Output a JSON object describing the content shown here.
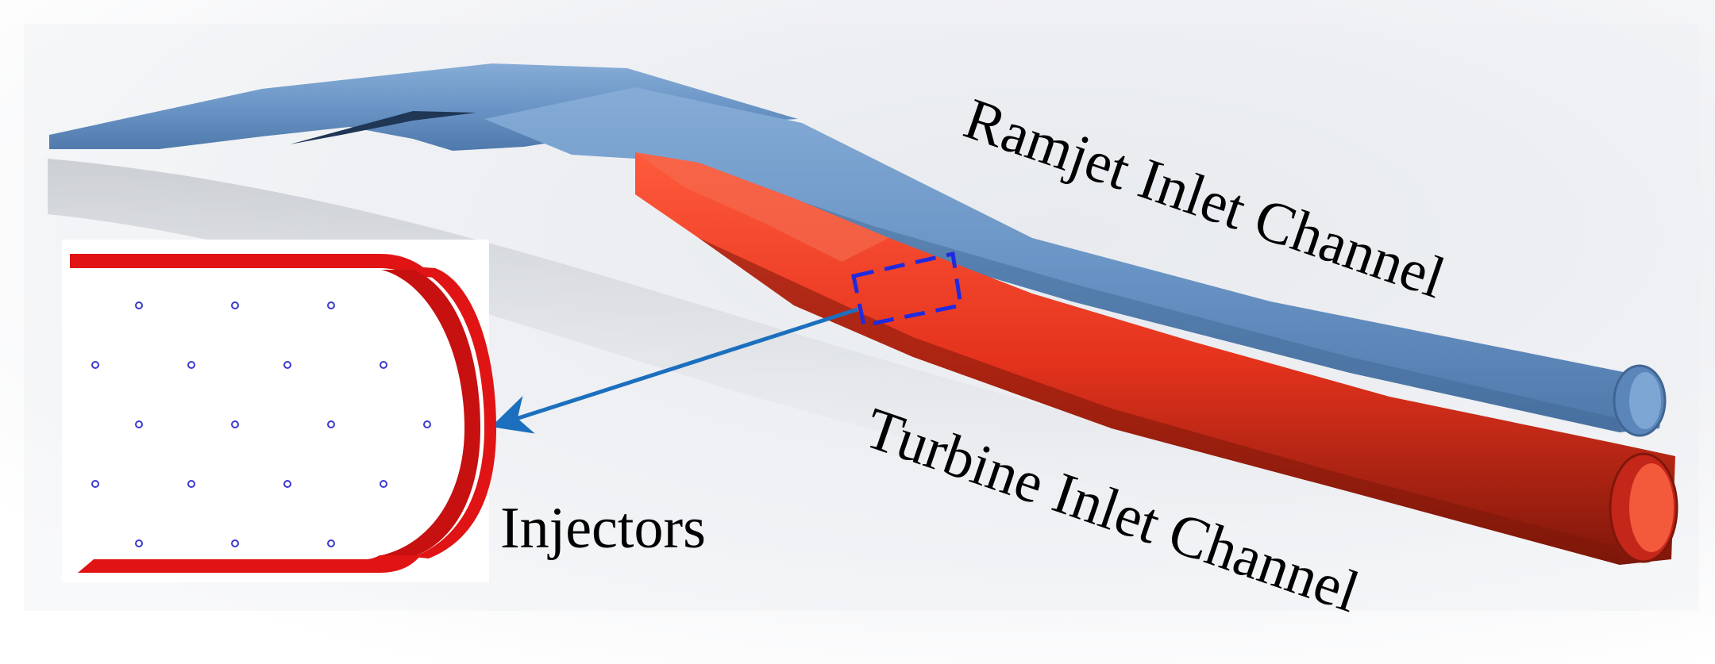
{
  "labels": {
    "ramjet": "Ramjet Inlet Channel",
    "turbine": "Turbine Inlet Channel",
    "injectors": "Injectors"
  },
  "colors": {
    "ramjet_body": "#6d98c9",
    "ramjet_dark": "#3f6592",
    "turbine_body": "#ef3a22",
    "turbine_dark": "#8e1a0c",
    "inset_wall": "#e01414",
    "injector_dot": "#3a3ad0",
    "marker_box": "#1f2ae0",
    "arrow": "#1c6fbe"
  },
  "inset": {
    "injector_rows": [
      3,
      4,
      4,
      4,
      3
    ]
  }
}
